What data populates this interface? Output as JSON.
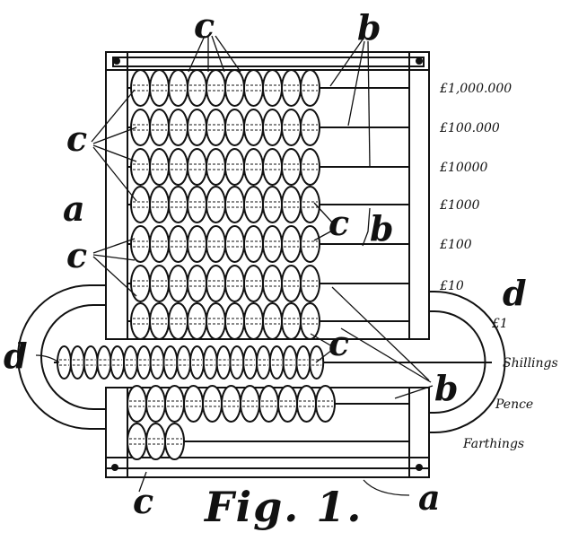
{
  "figure": {
    "caption": "Fig. 1.",
    "ink": "#111111",
    "paper": "#ffffff"
  },
  "letters": {
    "a_left": "a",
    "a_bottom": "a",
    "b_top": "b",
    "b_mid": "b",
    "b_bottom": "b",
    "c_top": "c",
    "c_left_upper": "c",
    "c_left_lower": "c",
    "c_mid_right": "c",
    "c_lower_right": "c",
    "c_bottom": "c",
    "d_left": "d",
    "d_right": "d"
  },
  "rows": [
    {
      "label": "£1,000.000",
      "beads": 10
    },
    {
      "label": "£100.000",
      "beads": 10
    },
    {
      "label": "£10000",
      "beads": 10
    },
    {
      "label": "£1000",
      "beads": 10
    },
    {
      "label": "£100",
      "beads": 10
    },
    {
      "label": "£10",
      "beads": 10
    },
    {
      "label": "£1",
      "beads": 10
    },
    {
      "label": "Shillings",
      "beads": 20
    },
    {
      "label": "Pence",
      "beads": 11
    },
    {
      "label": "Farthings",
      "beads": 3
    }
  ]
}
